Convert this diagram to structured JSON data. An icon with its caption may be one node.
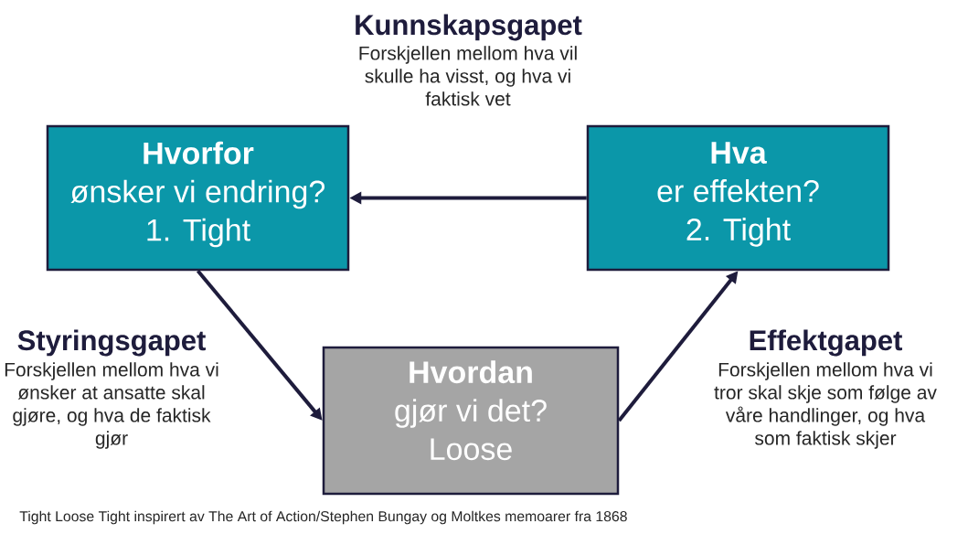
{
  "diagram": {
    "caption": "Tight Loose Tight inspirert av The Art of Action/Stephen Bungay og Moltkes memoarer fra 1868",
    "nodes": [
      {
        "text": [
          "Hvorfor",
          "ønsker vi endring?",
          "1. Tight"
        ]
      },
      {
        "text": [
          "Hva",
          "er effekten?",
          "2. Tight"
        ]
      },
      {
        "text": [
          "Hvordan",
          "gjør vi det?",
          "Loose"
        ]
      }
    ],
    "edges": [
      {
        "from": 1,
        "to": 0,
        "arrow": "to"
      },
      {
        "from": 0,
        "to": 2,
        "arrow": "to"
      },
      {
        "from": 2,
        "to": 1,
        "arrow": "to"
      }
    ],
    "labels": [
      "Kunnskapsgapet",
      "Forskjellen mellom hva vil skulle ha visst, og hva vi faktisk vet",
      "Styringsgapet",
      "Forskjellen mellom hva vi ønsker at ansatte skal gjøre, og hva de faktisk gjør",
      "Effektgapet",
      "Forskjellen mellom hva vi tror skal skje som følge av våre handlinger, og hva som faktisk skjer"
    ]
  }
}
